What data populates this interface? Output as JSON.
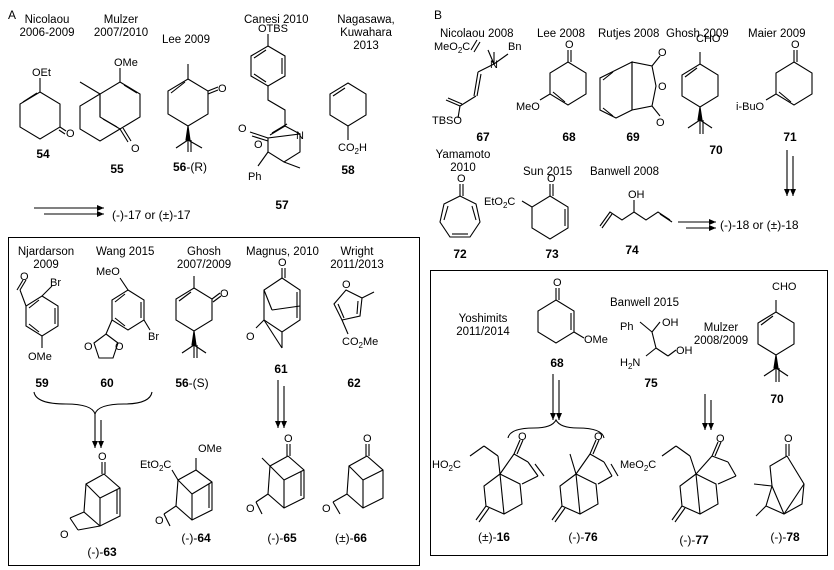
{
  "panels": {
    "a": "A",
    "b": "B"
  },
  "section_a": {
    "authors": {
      "nicolaou": "Nicolaou\n2006-2009",
      "mulzer": "Mulzer\n2007/2010",
      "lee": "Lee 2009",
      "canesi": "Canesi 2010",
      "nagasawa": "Nagasawa,\nKuwahara\n2013"
    },
    "compounds": {
      "c54": "54",
      "c55": "55",
      "c56r_num": "56",
      "c56r_suffix": "-(R)",
      "c57": "57",
      "c58": "58"
    },
    "result": "(-)-17 or (±)-17",
    "box_authors": {
      "njardarson": "Njardarson\n2009",
      "wang": "Wang 2015",
      "ghosh": "Ghosh\n2007/2009",
      "magnus": "Magnus, 2010",
      "wright": "Wright\n2011/2013"
    },
    "box_compounds": {
      "c59": "59",
      "c60": "60",
      "c56s_num": "56",
      "c56s_suffix": "-(S)",
      "c61": "61",
      "c62": "62"
    },
    "products": [
      {
        "prefix": "(-)-",
        "num": "63"
      },
      {
        "prefix": "(-)-",
        "num": "64"
      },
      {
        "prefix": "(-)-",
        "num": "65"
      },
      {
        "prefix": "(±)-",
        "num": "66"
      }
    ]
  },
  "section_b": {
    "authors": {
      "nicolaou": "Nicolaou 2008",
      "lee": "Lee 2008",
      "rutjes": "Rutjes 2008",
      "ghosh": "Ghosh 2009",
      "maier": "Maier 2009",
      "yamamoto": "Yamamoto\n2010",
      "sun": "Sun 2015",
      "banwell": "Banwell 2008"
    },
    "compounds": {
      "c67": "67",
      "c68": "68",
      "c69": "69",
      "c70": "70",
      "c71": "71",
      "c72": "72",
      "c73": "73",
      "c74": "74"
    },
    "result": "(-)-18 or (±)-18",
    "box_authors": {
      "yoshimits": "Yoshimits\n2011/2014",
      "banwell": "Banwell 2015",
      "mulzer": "Mulzer\n2008/2009"
    },
    "box_compounds": {
      "c68": "68",
      "c75": "75",
      "c70": "70"
    },
    "products": [
      {
        "prefix": "(±)-",
        "num": "16"
      },
      {
        "prefix": "(-)-",
        "num": "76"
      },
      {
        "prefix": "(-)-",
        "num": "77"
      },
      {
        "prefix": "(-)-",
        "num": "78"
      }
    ]
  },
  "atom_labels": {
    "oet": "OEt",
    "o": "O",
    "ome": "OMe",
    "otbs": "OTBS",
    "n": "N",
    "ph": "Ph",
    "co2h": "CO",
    "h": "H",
    "two": "2",
    "br": "Br",
    "co2me": "CO",
    "me": "Me",
    "meo2c": "MeO",
    "c": "C",
    "bn": "Bn",
    "tbso": "TBSO",
    "meo": "MeO",
    "cho": "CHO",
    "ibuo": "i-BuO",
    "oh": "OH",
    "h2n": "H",
    "ho2c": "HO",
    "eto2c": "EtO"
  }
}
